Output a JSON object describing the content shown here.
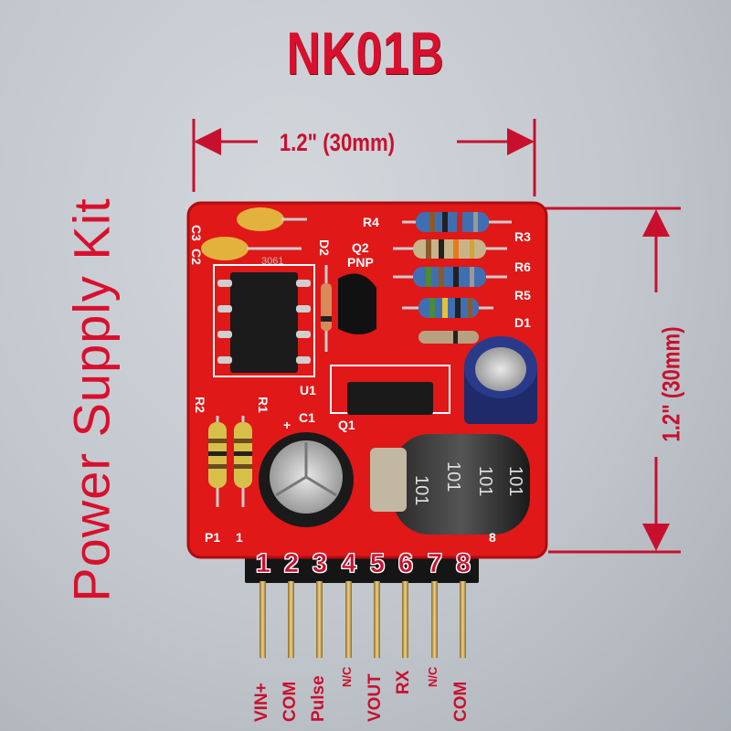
{
  "title": "NK01B",
  "subtitle": "Power Supply Kit",
  "dimensions": {
    "width_label": "1.2\" (30mm)",
    "height_label": "1.2\" (30mm)"
  },
  "silkscreen": {
    "c3": "C3",
    "c2": "C2",
    "r4": "R4",
    "r3": "R3",
    "r6": "R6",
    "r5": "R5",
    "d1": "D1",
    "d2": "D2",
    "q2": "Q2",
    "pnp": "PNP",
    "u1": "U1",
    "q1": "Q1",
    "r1": "R1",
    "r2": "R2",
    "c1": "C1",
    "plus": "+",
    "p1": "P1",
    "one": "1",
    "eight": "8",
    "ic_marking": "3061"
  },
  "pins": [
    {
      "number": "1",
      "label": "VIN+"
    },
    {
      "number": "2",
      "label": "COM"
    },
    {
      "number": "3",
      "label": "Pulse"
    },
    {
      "number": "4",
      "label": "N/C"
    },
    {
      "number": "5",
      "label": "VOUT"
    },
    {
      "number": "6",
      "label": "RX"
    },
    {
      "number": "7",
      "label": "N/C"
    },
    {
      "number": "8",
      "label": "COM"
    }
  ],
  "colors": {
    "accent": "#d8102e",
    "pcb": "#e01818",
    "pin_gold": "#c9a54a"
  }
}
